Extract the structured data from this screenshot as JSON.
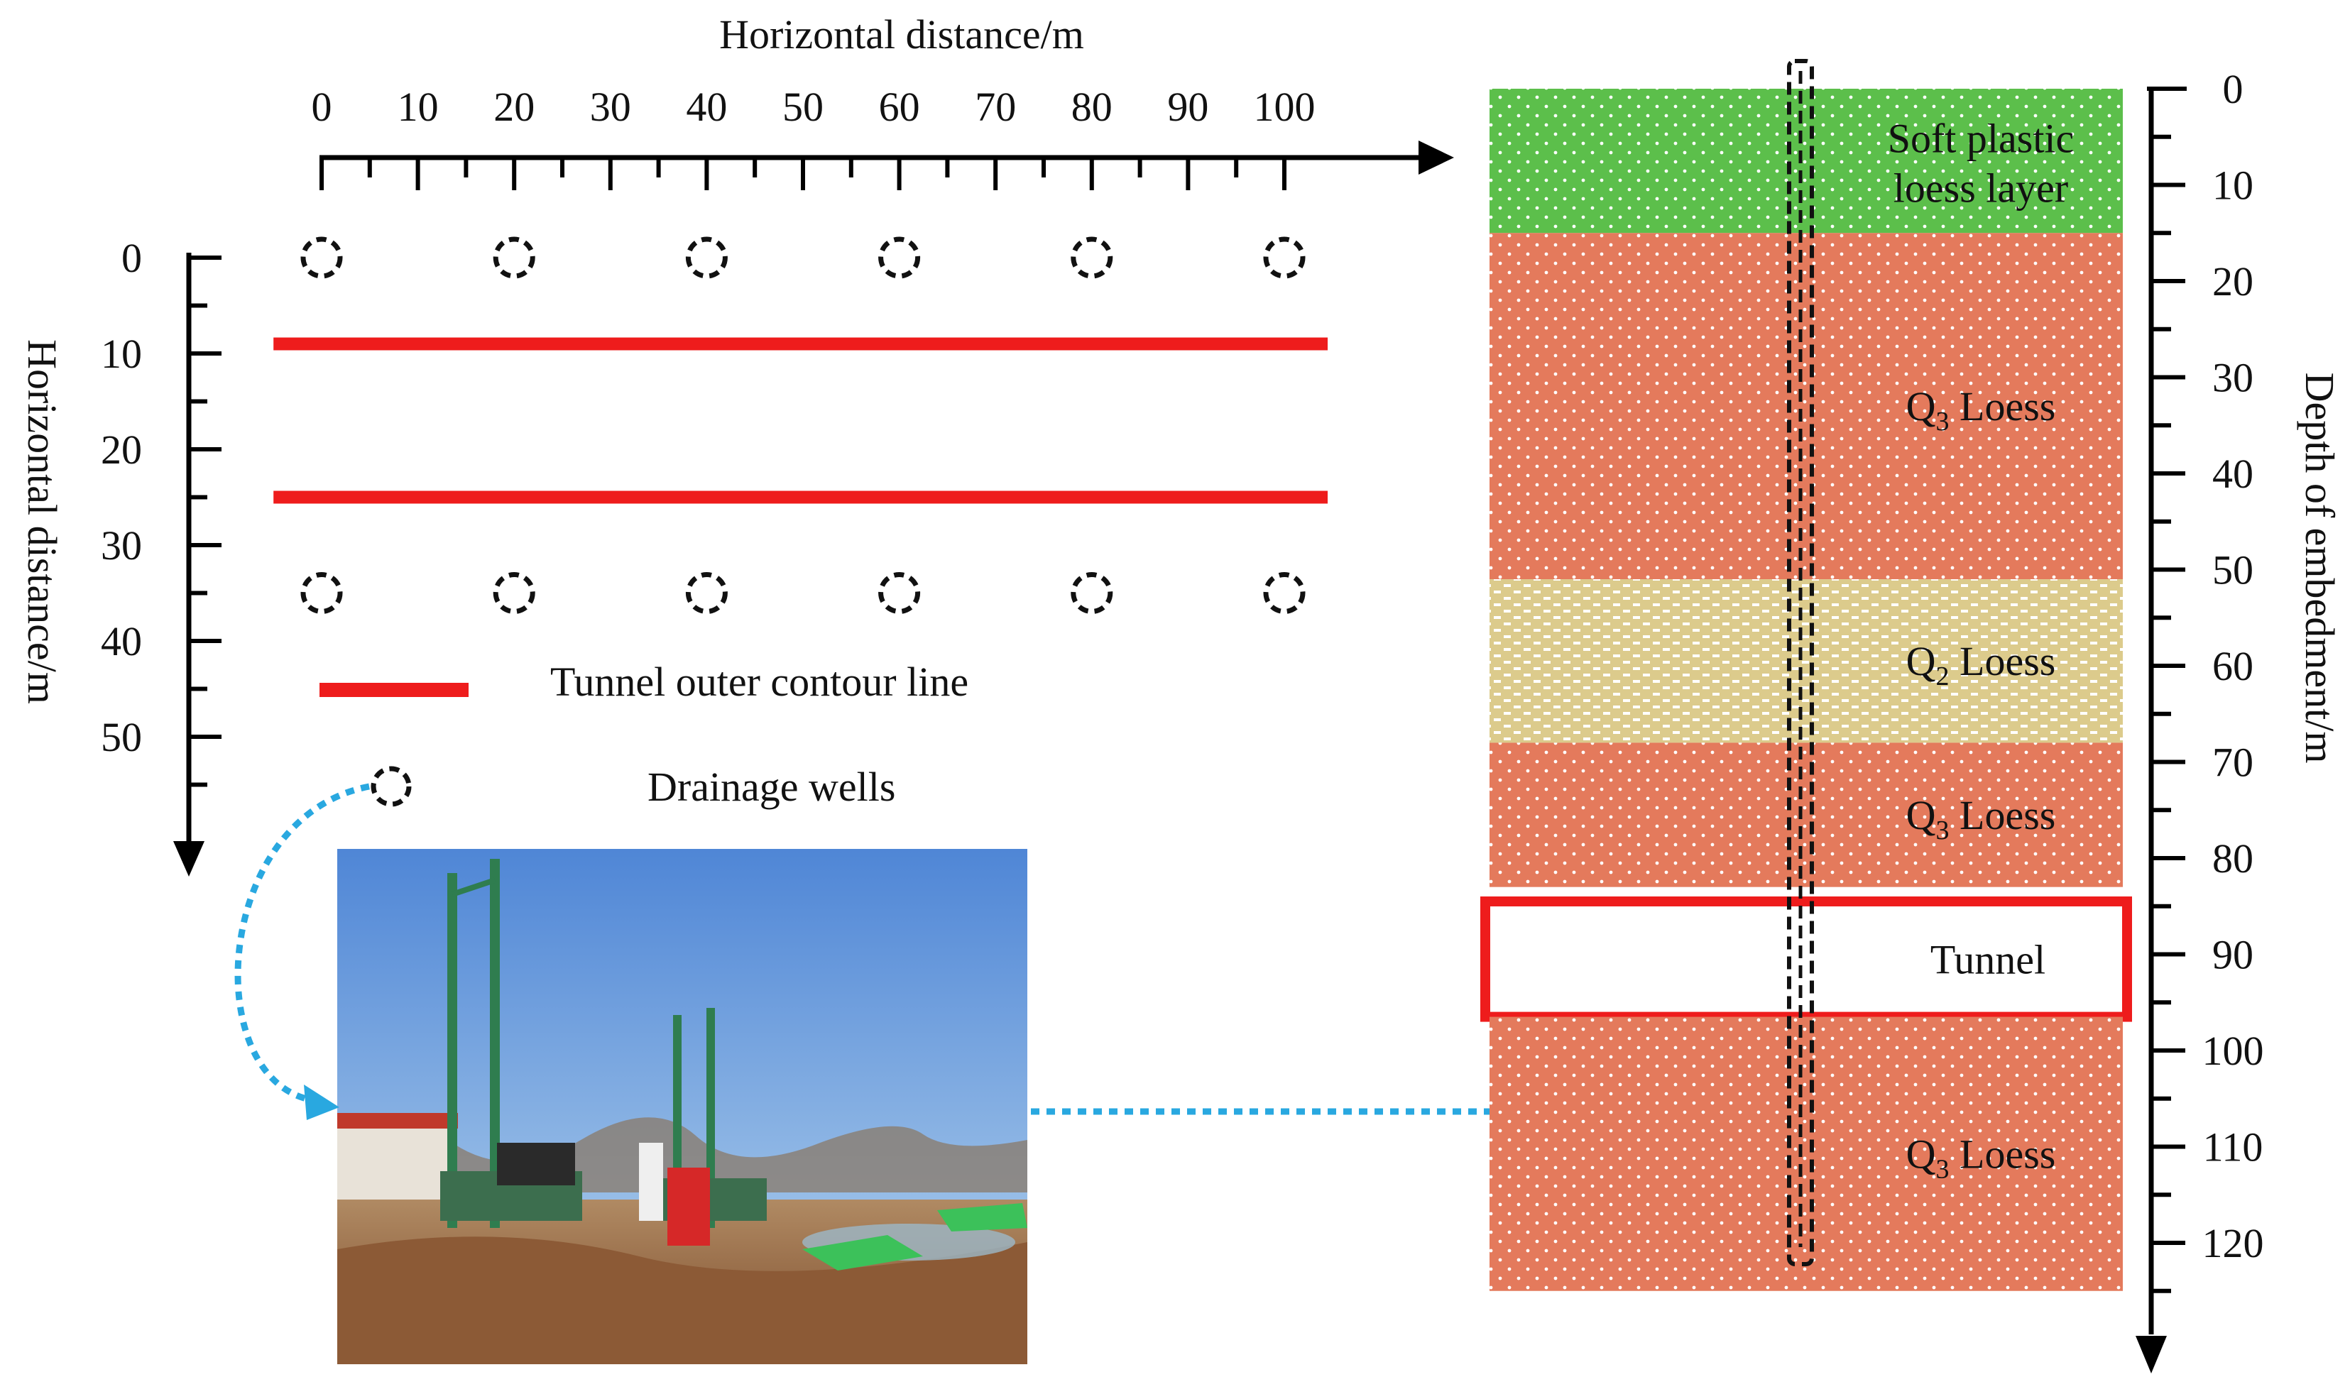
{
  "plan_view": {
    "x_axis_label": "Horizontal distance/m",
    "x_ticks": [
      "0",
      "10",
      "20",
      "30",
      "40",
      "50",
      "60",
      "70",
      "80",
      "90",
      "100"
    ],
    "y_axis_label": "Horizontal distance/m",
    "y_ticks": [
      "0",
      "10",
      "20",
      "30",
      "40",
      "50"
    ],
    "well_x_positions_m": [
      0,
      20,
      40,
      60,
      80,
      100
    ],
    "well_row_y_positions_m": [
      0,
      35
    ],
    "tunnel_line_y_positions_m": [
      9,
      25
    ]
  },
  "legend": {
    "tunnel_line_label": "Tunnel outer contour line",
    "well_label": "Drainage wells"
  },
  "photo": {
    "alt": "Drilling rigs constructing drainage wells at site"
  },
  "profile": {
    "depth_axis_label": "Depth of embedment/m",
    "depth_ticks": [
      "0",
      "10",
      "20",
      "30",
      "40",
      "50",
      "60",
      "70",
      "80",
      "90",
      "100",
      "110",
      "120"
    ],
    "layers": [
      {
        "name_line1": "Soft plastic",
        "name_line2": "loess layer",
        "top_m": 0,
        "bottom_m": 15,
        "color": "#5cbf4b"
      },
      {
        "name": "Q",
        "sub": "3",
        "suffix": " Loess",
        "top_m": 15,
        "bottom_m": 51,
        "color": "#e47a5c"
      },
      {
        "name": "Q",
        "sub": "2",
        "suffix": " Loess",
        "top_m": 51,
        "bottom_m": 68,
        "color": "#dccb8c"
      },
      {
        "name": "Q",
        "sub": "3",
        "suffix": " Loess",
        "top_m": 68,
        "bottom_m": 83,
        "color": "#e47a5c"
      },
      {
        "name": "Tunnel",
        "top_m": 84.5,
        "bottom_m": 96.5,
        "color": "#ffffff"
      },
      {
        "name": "Q",
        "sub": "3",
        "suffix": " Loess",
        "top_m": 96.5,
        "bottom_m": 125,
        "color": "#e47a5c"
      }
    ],
    "tunnel_outline_color": "#ee1c1c",
    "well_depth_m": 120
  },
  "colors": {
    "axis": "#000000",
    "tunnel_line": "#ee1c1c",
    "arrow": "#29a8e0"
  }
}
